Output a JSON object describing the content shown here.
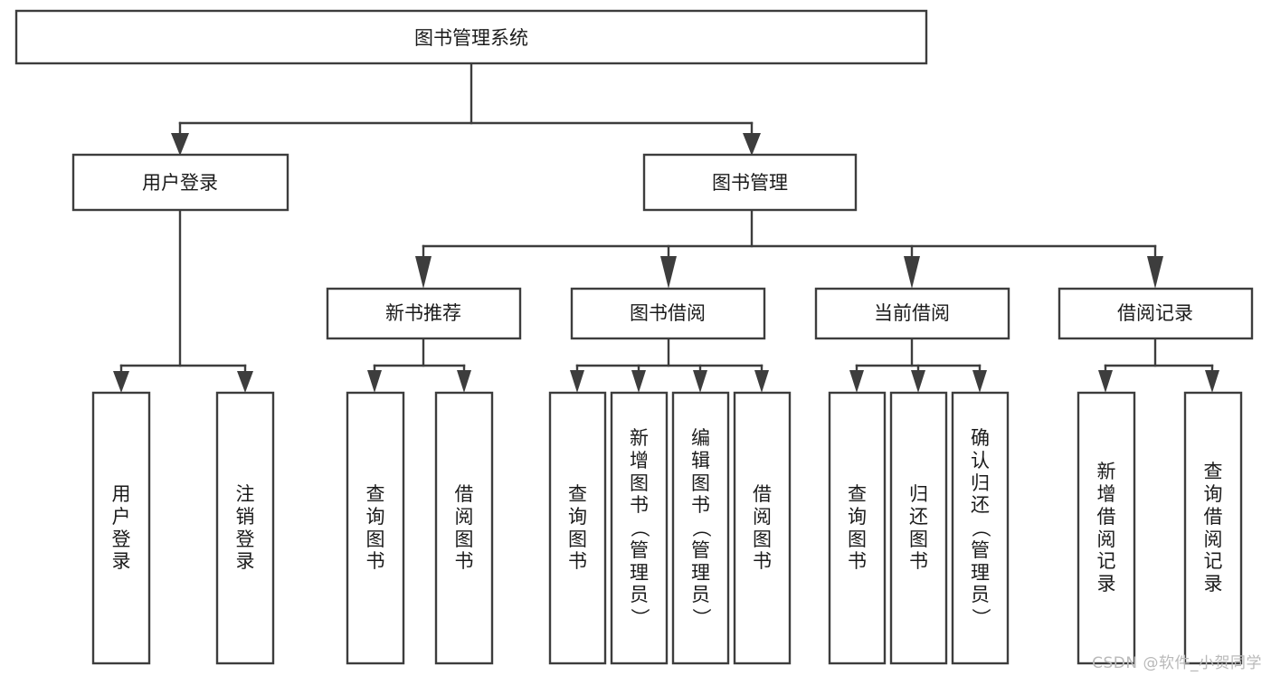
{
  "diagram": {
    "type": "hierarchy-tree",
    "title": "图书管理系统",
    "orientation": "top-down",
    "colors": {
      "box_fill": "#ffffff",
      "box_stroke": "#3d3d3d",
      "connector": "#3d3d3d",
      "label_text": "#1b1b1b",
      "watermark": "#b9b9b9",
      "background": "#ffffff"
    },
    "root": {
      "label": "图书管理系统",
      "children": [
        {
          "label": "用户登录",
          "children": [
            {
              "label": "用户登录",
              "orientation": "vertical"
            },
            {
              "label": "注销登录",
              "orientation": "vertical"
            }
          ]
        },
        {
          "label": "图书管理",
          "children": [
            {
              "label": "新书推荐",
              "children": [
                {
                  "label": "查询图书",
                  "orientation": "vertical"
                },
                {
                  "label": "借阅图书",
                  "orientation": "vertical"
                }
              ]
            },
            {
              "label": "图书借阅",
              "children": [
                {
                  "label": "查询图书",
                  "orientation": "vertical"
                },
                {
                  "label": "新增图书（管理员）",
                  "orientation": "vertical"
                },
                {
                  "label": "编辑图书（管理员）",
                  "orientation": "vertical"
                },
                {
                  "label": "借阅图书",
                  "orientation": "vertical"
                }
              ]
            },
            {
              "label": "当前借阅",
              "children": [
                {
                  "label": "查询图书",
                  "orientation": "vertical"
                },
                {
                  "label": "归还图书",
                  "orientation": "vertical"
                },
                {
                  "label": "确认归还（管理员）",
                  "orientation": "vertical"
                }
              ]
            },
            {
              "label": "借阅记录",
              "children": [
                {
                  "label": "新增借阅记录",
                  "orientation": "vertical"
                },
                {
                  "label": "查询借阅记录",
                  "orientation": "vertical"
                }
              ]
            }
          ]
        }
      ]
    },
    "nodes": {
      "root_title": "图书管理系统",
      "level2": {
        "user_login": "用户登录",
        "book_manage": "图书管理"
      },
      "level3": {
        "new_book_recommend": "新书推荐",
        "book_borrow": "图书借阅",
        "current_borrow": "当前借阅",
        "borrow_record": "借阅记录"
      },
      "leaves": {
        "user_login_query": "用户登录",
        "user_logout": "注销登录",
        "rec_query_book": "查询图书",
        "rec_borrow_book": "借阅图书",
        "borrow_query_book": "查询图书",
        "borrow_add_book": "新增图书（管理员）",
        "borrow_edit_book": "编辑图书（管理员）",
        "borrow_borrow_book": "借阅图书",
        "current_query_book": "查询图书",
        "current_return_book": "归还图书",
        "current_confirm_return": "确认归还（管理员）",
        "record_add": "新增借阅记录",
        "record_query": "查询借阅记录"
      }
    }
  },
  "watermark": {
    "text": "CSDN @软件_小贺同学"
  }
}
